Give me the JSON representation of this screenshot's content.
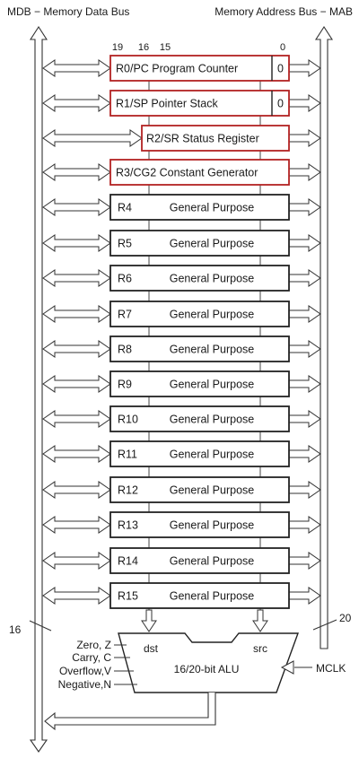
{
  "header": {
    "mdb_label": "MDB − Memory Data Bus",
    "mab_label": "Memory Address Bus − MAB"
  },
  "bit_positions": {
    "b19": "19",
    "b16": "16",
    "b15": "15",
    "b0": "0"
  },
  "registers": [
    {
      "id": "R0/PC",
      "label": "R0/PC Program Counter",
      "zero": "0",
      "special": true
    },
    {
      "id": "R1/SP",
      "label": "R1/SP Pointer Stack",
      "zero": "0",
      "special": true
    },
    {
      "id": "R2/SR",
      "label": "R2/SR Status Register",
      "special": true
    },
    {
      "id": "R3/CG2",
      "label": "R3/CG2 Constant Generator",
      "special": true
    },
    {
      "id": "R4",
      "label": "General Purpose"
    },
    {
      "id": "R5",
      "label": "General Purpose"
    },
    {
      "id": "R6",
      "label": "General Purpose"
    },
    {
      "id": "R7",
      "label": "General Purpose"
    },
    {
      "id": "R8",
      "label": "General Purpose"
    },
    {
      "id": "R9",
      "label": "General Purpose"
    },
    {
      "id": "R10",
      "label": "General Purpose"
    },
    {
      "id": "R11",
      "label": "General Purpose"
    },
    {
      "id": "R12",
      "label": "General Purpose"
    },
    {
      "id": "R13",
      "label": "General Purpose"
    },
    {
      "id": "R14",
      "label": "General Purpose"
    },
    {
      "id": "R15",
      "label": "General Purpose"
    }
  ],
  "bus_widths": {
    "mdb": "16",
    "mab": "20"
  },
  "alu": {
    "title": "16/20-bit ALU",
    "dst": "dst",
    "src": "src",
    "clock": "MCLK",
    "flags": [
      "Zero, Z",
      "Carry, C",
      "Overflow,V",
      "Negative,N"
    ]
  },
  "colors": {
    "special_border": "#b22222",
    "normal_border": "#222222",
    "line": "#333333"
  }
}
